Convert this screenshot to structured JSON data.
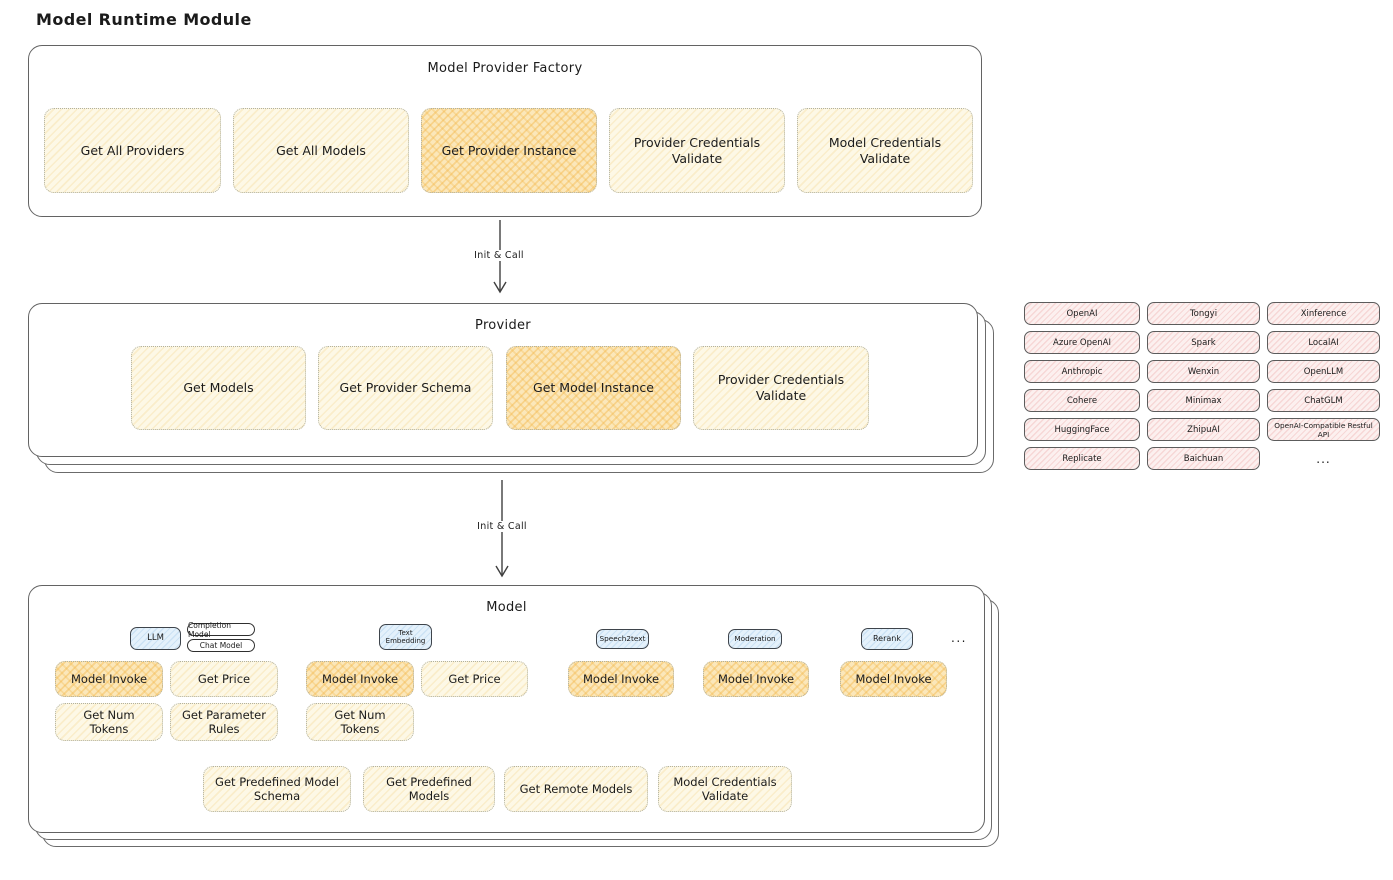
{
  "page_title": "Model Runtime Module",
  "arrow_labels": {
    "first": "Init & Call",
    "second": "Init & Call"
  },
  "factory": {
    "title": "Model Provider Factory",
    "buttons": [
      {
        "label": "Get All Providers",
        "highlight": false
      },
      {
        "label": "Get All Models",
        "highlight": false
      },
      {
        "label": "Get Provider Instance",
        "highlight": true
      },
      {
        "label": "Provider Credentials Validate",
        "highlight": false
      },
      {
        "label": "Model Credentials Validate",
        "highlight": false
      }
    ]
  },
  "provider": {
    "title": "Provider",
    "buttons": [
      {
        "label": "Get Models",
        "highlight": false
      },
      {
        "label": "Get Provider Schema",
        "highlight": false
      },
      {
        "label": "Get Model Instance",
        "highlight": true
      },
      {
        "label": "Provider Credentials Validate",
        "highlight": false
      }
    ]
  },
  "providers_list": {
    "items": [
      "OpenAI",
      "Tongyi",
      "Xinference",
      "Azure OpenAI",
      "Spark",
      "LocalAI",
      "Anthropic",
      "Wenxin",
      "OpenLLM",
      "Cohere",
      "Minimax",
      "ChatGLM",
      "HuggingFace",
      "ZhipuAI",
      "OpenAI-Compatible Restful API",
      "Replicate",
      "Baichuan"
    ],
    "more": "..."
  },
  "model": {
    "title": "Model",
    "groups": [
      {
        "tag": "LLM",
        "subtags": [
          "Completion Model",
          "Chat Model"
        ],
        "buttons": [
          {
            "label": "Model Invoke",
            "highlight": true
          },
          {
            "label": "Get Price",
            "highlight": false
          },
          {
            "label": "Get Num Tokens",
            "highlight": false
          },
          {
            "label": "Get Parameter Rules",
            "highlight": false
          }
        ]
      },
      {
        "tag": "Text Embedding",
        "buttons": [
          {
            "label": "Model Invoke",
            "highlight": true
          },
          {
            "label": "Get Price",
            "highlight": false
          },
          {
            "label": "Get Num Tokens",
            "highlight": false
          }
        ]
      },
      {
        "tag": "Speech2text",
        "buttons": [
          {
            "label": "Model Invoke",
            "highlight": true
          }
        ]
      },
      {
        "tag": "Moderation",
        "buttons": [
          {
            "label": "Model Invoke",
            "highlight": true
          }
        ]
      },
      {
        "tag": "Rerank",
        "buttons": [
          {
            "label": "Model Invoke",
            "highlight": true
          }
        ]
      }
    ],
    "more": "...",
    "footer_buttons": [
      {
        "label": "Get Predefined Model Schema"
      },
      {
        "label": "Get Predefined Models"
      },
      {
        "label": "Get Remote Models"
      },
      {
        "label": "Model Credentials Validate"
      }
    ]
  },
  "colors": {
    "highlight_fill": "#fbe7ba",
    "light_fill": "#fdf8e6",
    "blue_fill": "#e4f1fb",
    "pink_fill": "#fcf0ef",
    "container_border": "#636363"
  }
}
